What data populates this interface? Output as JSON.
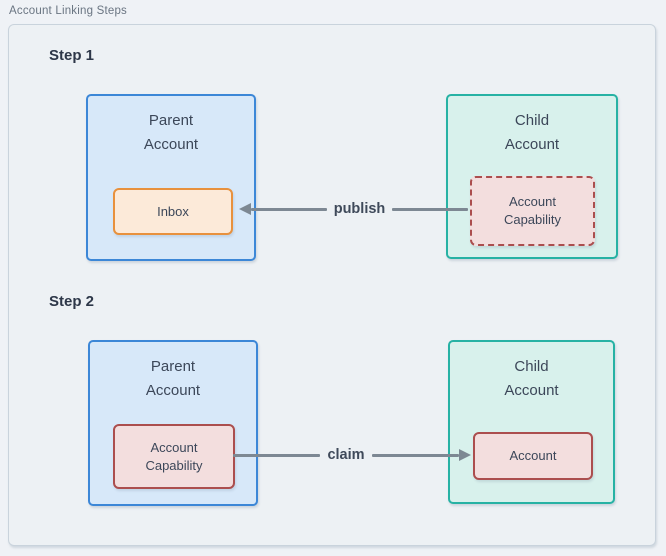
{
  "title": "Account Linking Steps",
  "colors": {
    "canvas_bg": "#edf1f4",
    "container_border": "#c9d3dc",
    "parent_box_border": "#3c87d7",
    "parent_box_fill": "#d7e8f9",
    "child_box_border": "#27b2a4",
    "child_box_fill": "#d8f1ec",
    "inbox_border": "#e8913d",
    "inbox_fill": "#fcead9",
    "capability_border": "#ab4e4e",
    "capability_fill": "#f3dede",
    "arrow": "#7d8893",
    "arrow_text": "#3f4a5a",
    "text_dark": "#2d3748",
    "text_box": "#3c4759",
    "title_text": "#6a7582"
  },
  "steps": [
    {
      "label": "Step 1",
      "parent": {
        "title": "Parent Account",
        "inner_label": "Inbox"
      },
      "child": {
        "title": "Child Account",
        "inner_label": "Account Capability"
      },
      "arrow": {
        "label": "publish",
        "direction": "left"
      }
    },
    {
      "label": "Step 2",
      "parent": {
        "title": "Parent Account",
        "inner_label": "Account Capability"
      },
      "child": {
        "title": "Child Account",
        "inner_label": "Account"
      },
      "arrow": {
        "label": "claim",
        "direction": "right"
      }
    }
  ]
}
